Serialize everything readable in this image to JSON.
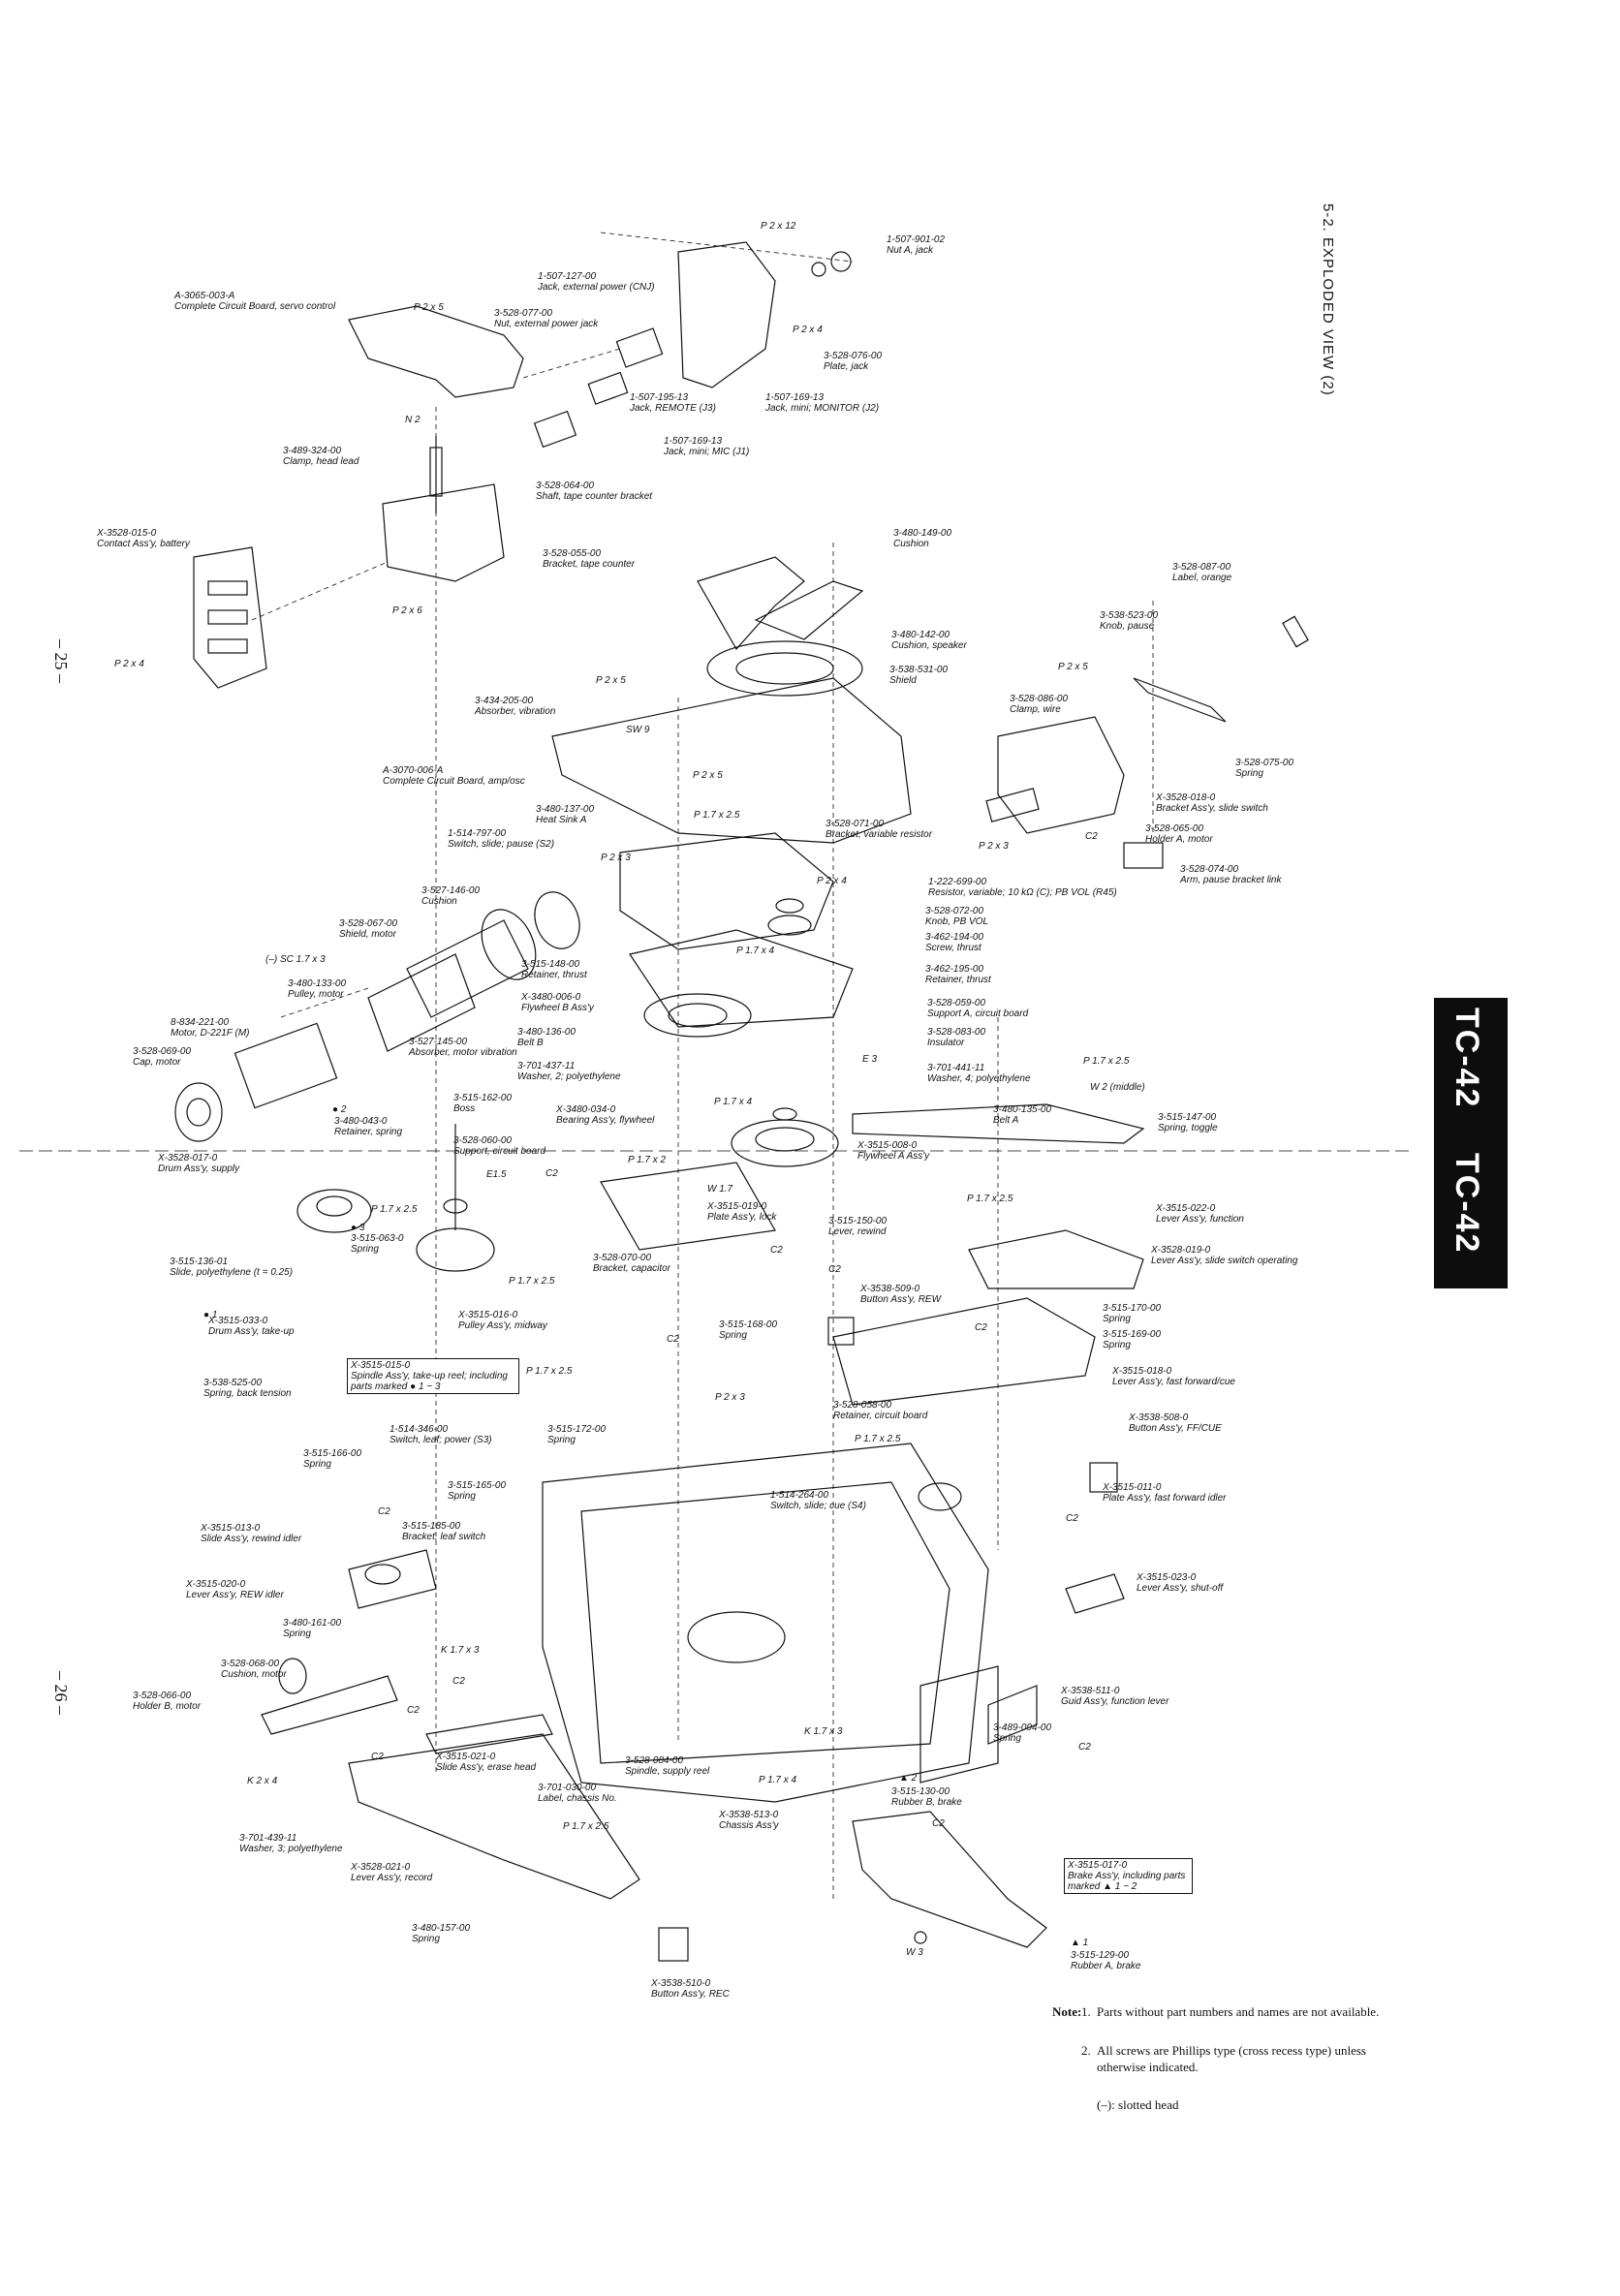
{
  "section_title": "5-2. EXPLODED VIEW (2)",
  "page_numbers": [
    "– 25 –",
    "– 26 –"
  ],
  "model_tabs": [
    "TC-42",
    "TC-42"
  ],
  "parts": [
    {
      "id": "p1",
      "part_no": "A-3065-003-A",
      "name": "Complete Circuit Board, servo control"
    },
    {
      "id": "p2",
      "part_no": "1-507-127-00",
      "name": "Jack, external power (CNJ)"
    },
    {
      "id": "p3",
      "part_no": "3-528-077-00",
      "name": "Nut, external power jack"
    },
    {
      "id": "p4",
      "part_no": "1-507-901-02",
      "name": "Nut A, jack"
    },
    {
      "id": "p5",
      "part_no": "3-528-076-00",
      "name": "Plate, jack"
    },
    {
      "id": "p6",
      "part_no": "1-507-195-13",
      "name": "Jack, REMOTE (J3)"
    },
    {
      "id": "p7",
      "part_no": "1-507-169-13",
      "name": "Jack, mini; MONITOR (J2)"
    },
    {
      "id": "p8",
      "part_no": "1-507-169-13",
      "name": "Jack, mini; MIC (J1)"
    },
    {
      "id": "p9",
      "part_no": "3-489-324-00",
      "name": "Clamp, head lead"
    },
    {
      "id": "p10",
      "part_no": "3-528-064-00",
      "name": "Shaft, tape counter bracket"
    },
    {
      "id": "p11",
      "part_no": "X-3528-015-0",
      "name": "Contact Ass'y, battery"
    },
    {
      "id": "p12",
      "part_no": "3-528-055-00",
      "name": "Bracket, tape counter"
    },
    {
      "id": "p13",
      "part_no": "3-480-149-00",
      "name": "Cushion"
    },
    {
      "id": "p14",
      "part_no": "3-528-087-00",
      "name": "Label, orange"
    },
    {
      "id": "p15",
      "part_no": "3-538-523-00",
      "name": "Knob, pause"
    },
    {
      "id": "p16",
      "part_no": "3-480-142-00",
      "name": "Cushion, speaker"
    },
    {
      "id": "p17",
      "part_no": "3-538-531-00",
      "name": "Shield"
    },
    {
      "id": "p18",
      "part_no": "3-434-205-00",
      "name": "Absorber, vibration"
    },
    {
      "id": "p19",
      "part_no": "3-528-086-00",
      "name": "Clamp, wire"
    },
    {
      "id": "p20",
      "part_no": "3-528-075-00",
      "name": "Spring"
    },
    {
      "id": "p21",
      "part_no": "A-3070-006-A",
      "name": "Complete Circuit Board, amp/osc"
    },
    {
      "id": "p22",
      "part_no": "3-480-137-00",
      "name": "Heat Sink A"
    },
    {
      "id": "p23",
      "part_no": "3-528-071-00",
      "name": "Bracket, variable resistor"
    },
    {
      "id": "p24",
      "part_no": "X-3528-018-0",
      "name": "Bracket Ass'y, slide switch"
    },
    {
      "id": "p25",
      "part_no": "1-514-797-00",
      "name": "Switch, slide; pause (S2)"
    },
    {
      "id": "p26",
      "part_no": "3-528-065-00",
      "name": "Holder A, motor"
    },
    {
      "id": "p27",
      "part_no": "1-222-699-00",
      "name": "Resistor, variable; 10 kΩ (C); PB VOL (R45)"
    },
    {
      "id": "p28",
      "part_no": "3-528-074-00",
      "name": "Arm, pause bracket link"
    },
    {
      "id": "p29",
      "part_no": "3-527-146-00",
      "name": "Cushion"
    },
    {
      "id": "p30",
      "part_no": "3-528-072-00",
      "name": "Knob, PB VOL"
    },
    {
      "id": "p31",
      "part_no": "3-528-067-00",
      "name": "Shield, motor"
    },
    {
      "id": "p32",
      "part_no": "3-462-194-00",
      "name": "Screw, thrust"
    },
    {
      "id": "p33",
      "part_no": "3-462-195-00",
      "name": "Retainer, thrust"
    },
    {
      "id": "p34",
      "part_no": "3-480-133-00",
      "name": "Pulley, motor"
    },
    {
      "id": "p35",
      "part_no": "3-515-148-00",
      "name": "Retainer, thrust"
    },
    {
      "id": "p36",
      "part_no": "X-3480-006-0",
      "name": "Flywheel B Ass'y"
    },
    {
      "id": "p37",
      "part_no": "3-528-059-00",
      "name": "Support A, circuit board"
    },
    {
      "id": "p38",
      "part_no": "8-834-221-00",
      "name": "Motor, D-221F (M)"
    },
    {
      "id": "p39",
      "part_no": "3-527-145-00",
      "name": "Absorber, motor vibration"
    },
    {
      "id": "p40",
      "part_no": "3-480-136-00",
      "name": "Belt B"
    },
    {
      "id": "p41",
      "part_no": "3-528-083-00",
      "name": "Insulator"
    },
    {
      "id": "p42",
      "part_no": "3-528-069-00",
      "name": "Cap, motor"
    },
    {
      "id": "p43",
      "part_no": "3-701-437-11",
      "name": "Washer, 2; polyethylene"
    },
    {
      "id": "p44",
      "part_no": "3-701-441-11",
      "name": "Washer, 4; polyethylene"
    },
    {
      "id": "p45",
      "part_no": "3-515-162-00",
      "name": "Boss"
    },
    {
      "id": "p46",
      "part_no": "3-480-043-0",
      "name": "Retainer, spring"
    },
    {
      "id": "p47",
      "part_no": "X-3480-034-0",
      "name": "Bearing Ass'y, flywheel"
    },
    {
      "id": "p48",
      "part_no": "3-480-135-00",
      "name": "Belt A"
    },
    {
      "id": "p49",
      "part_no": "3-515-147-00",
      "name": "Spring, toggle"
    },
    {
      "id": "p50",
      "part_no": "3-528-060-00",
      "name": "Support, circuit board"
    },
    {
      "id": "p51",
      "part_no": "X-3515-008-0",
      "name": "Flywheel A Ass'y"
    },
    {
      "id": "p52",
      "part_no": "X-3528-017-0",
      "name": "Drum Ass'y, supply"
    },
    {
      "id": "p53",
      "part_no": "X-3515-019-0",
      "name": "Plate Ass'y, lock"
    },
    {
      "id": "p54",
      "part_no": "X-3515-022-0",
      "name": "Lever Ass'y, function"
    },
    {
      "id": "p55",
      "part_no": "3-515-150-00",
      "name": "Lever, rewind"
    },
    {
      "id": "p56",
      "part_no": "3-515-063-0",
      "name": "Spring"
    },
    {
      "id": "p57",
      "part_no": "X-3528-019-0",
      "name": "Lever Ass'y, slide switch operating"
    },
    {
      "id": "p58",
      "part_no": "3-528-070-00",
      "name": "Bracket, capacitor"
    },
    {
      "id": "p59",
      "part_no": "3-515-136-01",
      "name": "Slide, polyethylene (t = 0.25)"
    },
    {
      "id": "p60",
      "part_no": "X-3538-509-0",
      "name": "Button Ass'y, REW"
    },
    {
      "id": "p61",
      "part_no": "X-3515-033-0",
      "name": "Drum Ass'y, take-up"
    },
    {
      "id": "p62",
      "part_no": "X-3515-016-0",
      "name": "Pulley Ass'y, midway"
    },
    {
      "id": "p63",
      "part_no": "3-515-170-00",
      "name": "Spring"
    },
    {
      "id": "p64",
      "part_no": "3-515-168-00",
      "name": "Spring"
    },
    {
      "id": "p65",
      "part_no": "3-515-169-00",
      "name": "Spring"
    },
    {
      "id": "p66",
      "part_no": "3-538-525-00",
      "name": "Spring, back tension"
    },
    {
      "id": "p67",
      "part_no": "X-3515-018-0",
      "name": "Lever Ass'y, fast forward/cue"
    },
    {
      "id": "p68",
      "part_no": "1-514-346-00",
      "name": "Switch, leaf; power (S3)"
    },
    {
      "id": "p69",
      "part_no": "3-515-172-00",
      "name": "Spring"
    },
    {
      "id": "p70",
      "part_no": "3-528-058-00",
      "name": "Retainer, circuit board"
    },
    {
      "id": "p71",
      "part_no": "X-3538-508-0",
      "name": "Button Ass'y, FF/CUE"
    },
    {
      "id": "p72",
      "part_no": "3-515-166-00",
      "name": "Spring"
    },
    {
      "id": "p73",
      "part_no": "3-515-165-00",
      "name": "Spring"
    },
    {
      "id": "p74",
      "part_no": "X-3515-011-0",
      "name": "Plate Ass'y, fast forward idler"
    },
    {
      "id": "p75",
      "part_no": "1-514-264-00",
      "name": "Switch, slide; cue (S4)"
    },
    {
      "id": "p76",
      "part_no": "3-515-185-00",
      "name": "Bracket, leaf switch"
    },
    {
      "id": "p77",
      "part_no": "X-3515-013-0",
      "name": "Slide Ass'y, rewind idler"
    },
    {
      "id": "p78",
      "part_no": "X-3515-020-0",
      "name": "Lever Ass'y, REW idler"
    },
    {
      "id": "p79",
      "part_no": "X-3515-023-0",
      "name": "Lever Ass'y, shut-off"
    },
    {
      "id": "p80",
      "part_no": "3-480-161-00",
      "name": "Spring"
    },
    {
      "id": "p81",
      "part_no": "3-528-068-00",
      "name": "Cushion, motor"
    },
    {
      "id": "p82",
      "part_no": "3-528-066-00",
      "name": "Holder B, motor"
    },
    {
      "id": "p83",
      "part_no": "X-3538-511-0",
      "name": "Guid Ass'y, function lever"
    },
    {
      "id": "p84",
      "part_no": "3-489-094-00",
      "name": "Spring"
    },
    {
      "id": "p85",
      "part_no": "X-3515-021-0",
      "name": "Slide Ass'y, erase head"
    },
    {
      "id": "p86",
      "part_no": "3-528-084-00",
      "name": "Spindle, supply reel"
    },
    {
      "id": "p87",
      "part_no": "3-701-030-00",
      "name": "Label, chassis No."
    },
    {
      "id": "p88",
      "part_no": "X-3538-513-0",
      "name": "Chassis Ass'y"
    },
    {
      "id": "p89",
      "part_no": "3-515-130-00",
      "name": "Rubber B, brake"
    },
    {
      "id": "p90",
      "part_no": "3-701-439-11",
      "name": "Washer, 3; polyethylene"
    },
    {
      "id": "p91",
      "part_no": "X-3528-021-0",
      "name": "Lever Ass'y, record"
    },
    {
      "id": "p92",
      "part_no": "3-480-157-00",
      "name": "Spring"
    },
    {
      "id": "p93",
      "part_no": "X-3538-510-0",
      "name": "Button Ass'y, REC"
    },
    {
      "id": "p94",
      "part_no": "3-515-129-00",
      "name": "Rubber A, brake"
    }
  ],
  "boxed_parts": [
    {
      "id": "b1",
      "part_no": "X-3515-015-0",
      "name": "Spindle Ass'y, take-up reel; including parts marked ● 1 ~ 3"
    },
    {
      "id": "b2",
      "part_no": "X-3515-017-0",
      "name": "Brake Ass'y, including parts marked ▲ 1 ~ 2"
    }
  ],
  "small_labels": [
    "P 2 x 12",
    "P 2 x 5",
    "P 2 x 4",
    "N 2",
    "P 2 x 6",
    "P 2 x 4",
    "P 2 x 5",
    "P 2 x 5",
    "SW 9",
    "P 2 x 5",
    "P 2 x 3",
    "C2",
    "P 2 x 3",
    "P 1.7 x 2.5",
    "P 2 x 4",
    "(–) SC 1.7 x 3",
    "P 1.7 x 4",
    "E 3",
    "P 1.7 x 2.5",
    "W 2 (middle)",
    "● 2",
    "P 1.7 x 4",
    "W 1.7",
    "E1.5",
    "C2",
    "P 1.7 x 2",
    "P 1.7 x 2.5",
    "P 1.7 x 2.5",
    "● 3",
    "C2",
    "C2",
    "P 1.7 x 2.5",
    "● 1",
    "C2",
    "C2",
    "P 1.7 x 2.5",
    "P 2 x 3",
    "P 1.7 x 2.5",
    "C2",
    "C2",
    "K 1.7 x 3",
    "C2",
    "C2",
    "C2",
    "K 2 x 4",
    "K 1.7 x 3",
    "P 1.7 x 4",
    "▲ 2",
    "C2",
    "C2",
    "P 1.7 x 2.5",
    "W 3",
    "▲ 1"
  ],
  "notes": {
    "title": "Note:",
    "items": [
      {
        "num": "1.",
        "text": "Parts without part numbers and names are not available."
      },
      {
        "num": "2.",
        "text": "All screws are Phillips type (cross recess type) unless otherwise indicated."
      },
      {
        "num": "",
        "text": "(–): slotted head"
      }
    ]
  }
}
